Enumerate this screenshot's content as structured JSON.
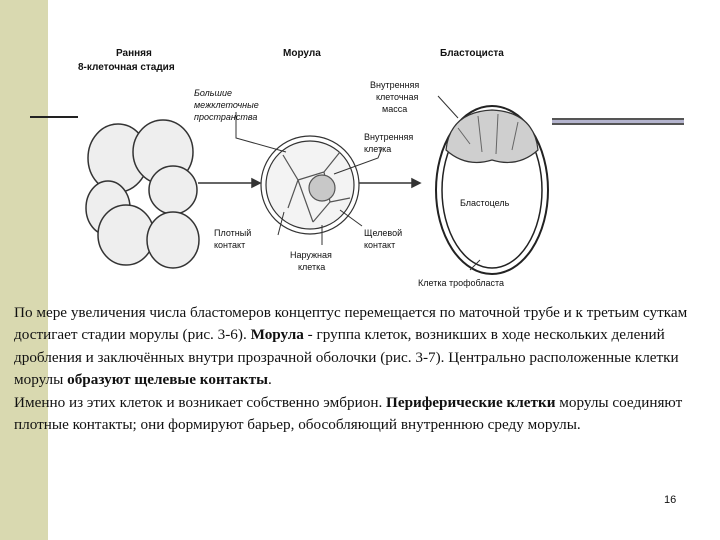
{
  "figure": {
    "labels": {
      "early_stage_line1": "Ранняя",
      "early_stage_line2": "8-клеточная стадия",
      "morula": "Морула",
      "blastocyst": "Бластоциста",
      "large_spaces_line1": "Большие",
      "large_spaces_line2": "межклеточные",
      "large_spaces_line3": "пространства",
      "inner_mass_line1": "Внутренняя",
      "inner_mass_line2": "клеточная",
      "inner_mass_line3": "масса",
      "inner_cell_line1": "Внутренняя",
      "inner_cell_line2": "клетка",
      "tight_junction_line1": "Плотный",
      "tight_junction_line2": "контакт",
      "gap_junction_line1": "Щелевой",
      "gap_junction_line2": "контакт",
      "outer_cell_line1": "Наружная",
      "outer_cell_line2": "клетка",
      "blastocoel": "Бластоцель",
      "trophoblast_cell": "Клетка трофобласта"
    }
  },
  "text": {
    "p1_a": "По мере увеличения числа бластомеров концептус перемещается по маточной трубе и к третьим суткам достигает стадии морулы (рис. 3-6). ",
    "p1_b": "Морула",
    "p1_c": " - группа клеток, возникших в ходе нескольких делений дробления и заключённых внутри прозрачной оболочки (рис. 3-7). Центрально расположенные клетки морулы ",
    "p1_d": "образуют щелевые контакты",
    "p1_e": ".",
    "p2_a": "Именно из этих клеток и возникает собственно эмбрион. ",
    "p2_b": "Периферические клетки",
    "p2_c": " морулы соединяют плотные контакты; они формируют барьер, обособляющий внутреннюю среду морулы."
  },
  "page_number": "16"
}
